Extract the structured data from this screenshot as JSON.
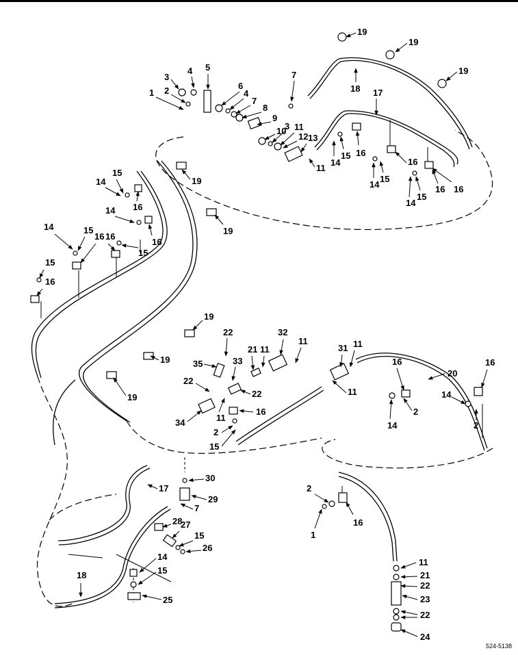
{
  "figure": {
    "id": "524-5138"
  },
  "callouts": [
    {
      "label": "19"
    },
    {
      "label": "19"
    },
    {
      "label": "19"
    },
    {
      "label": "18"
    },
    {
      "label": "7"
    },
    {
      "label": "17"
    },
    {
      "label": "5"
    },
    {
      "label": "4"
    },
    {
      "label": "3"
    },
    {
      "label": "2"
    },
    {
      "label": "1"
    },
    {
      "label": "6"
    },
    {
      "label": "4"
    },
    {
      "label": "7"
    },
    {
      "label": "8"
    },
    {
      "label": "9"
    },
    {
      "label": "10"
    },
    {
      "label": "3"
    },
    {
      "label": "11"
    },
    {
      "label": "12"
    },
    {
      "label": "13"
    },
    {
      "label": "11"
    },
    {
      "label": "16"
    },
    {
      "label": "14"
    },
    {
      "label": "15"
    },
    {
      "label": "16"
    },
    {
      "label": "14"
    },
    {
      "label": "15"
    },
    {
      "label": "16"
    },
    {
      "label": "14"
    },
    {
      "label": "15"
    },
    {
      "label": "16"
    },
    {
      "label": "19"
    },
    {
      "label": "15"
    },
    {
      "label": "14"
    },
    {
      "label": "16"
    },
    {
      "label": "14"
    },
    {
      "label": "16"
    },
    {
      "label": "15"
    },
    {
      "label": "19"
    },
    {
      "label": "14"
    },
    {
      "label": "15"
    },
    {
      "label": "16"
    },
    {
      "label": "16"
    },
    {
      "label": "15"
    },
    {
      "label": "16"
    },
    {
      "label": "19"
    },
    {
      "label": "19"
    },
    {
      "label": "19"
    },
    {
      "label": "22"
    },
    {
      "label": "35"
    },
    {
      "label": "22"
    },
    {
      "label": "33"
    },
    {
      "label": "21"
    },
    {
      "label": "11"
    },
    {
      "label": "32"
    },
    {
      "label": "11"
    },
    {
      "label": "31"
    },
    {
      "label": "11"
    },
    {
      "label": "22"
    },
    {
      "label": "11"
    },
    {
      "label": "16"
    },
    {
      "label": "34"
    },
    {
      "label": "11"
    },
    {
      "label": "2"
    },
    {
      "label": "15"
    },
    {
      "label": "16"
    },
    {
      "label": "20"
    },
    {
      "label": "16"
    },
    {
      "label": "14"
    },
    {
      "label": "2"
    },
    {
      "label": "14"
    },
    {
      "label": "2"
    },
    {
      "label": "30"
    },
    {
      "label": "29"
    },
    {
      "label": "17"
    },
    {
      "label": "7"
    },
    {
      "label": "28"
    },
    {
      "label": "27"
    },
    {
      "label": "15"
    },
    {
      "label": "26"
    },
    {
      "label": "14"
    },
    {
      "label": "15"
    },
    {
      "label": "18"
    },
    {
      "label": "25"
    },
    {
      "label": "2"
    },
    {
      "label": "16"
    },
    {
      "label": "1"
    },
    {
      "label": "11"
    },
    {
      "label": "21"
    },
    {
      "label": "22"
    },
    {
      "label": "23"
    },
    {
      "label": "22"
    },
    {
      "label": "24"
    }
  ]
}
